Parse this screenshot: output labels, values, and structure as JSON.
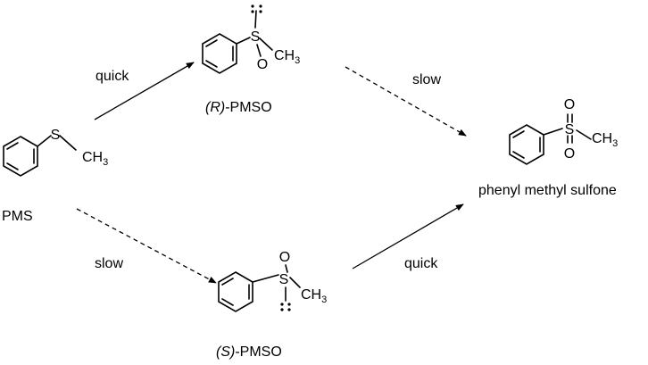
{
  "molecules": {
    "pms": {
      "label": "PMS",
      "s": "S",
      "c": "CH",
      "c_sub": "3"
    },
    "r_pmso": {
      "label_prefix": "(R)",
      "label_suffix": "-PMSO",
      "s": "S",
      "o": "O",
      "c": "CH",
      "c_sub": "3"
    },
    "s_pmso": {
      "label_prefix": "(S)",
      "label_suffix": "-PMSO",
      "s": "S",
      "o": "O",
      "c": "CH",
      "c_sub": "3"
    },
    "sulfone": {
      "label": "phenyl methyl sulfone",
      "s": "S",
      "o_top": "O",
      "o_bottom": "O",
      "c": "CH",
      "c_sub": "3"
    }
  },
  "arrows": {
    "pms_to_r": "quick",
    "pms_to_s": "slow",
    "r_to_sulfone": "slow",
    "s_to_sulfone": "quick"
  }
}
